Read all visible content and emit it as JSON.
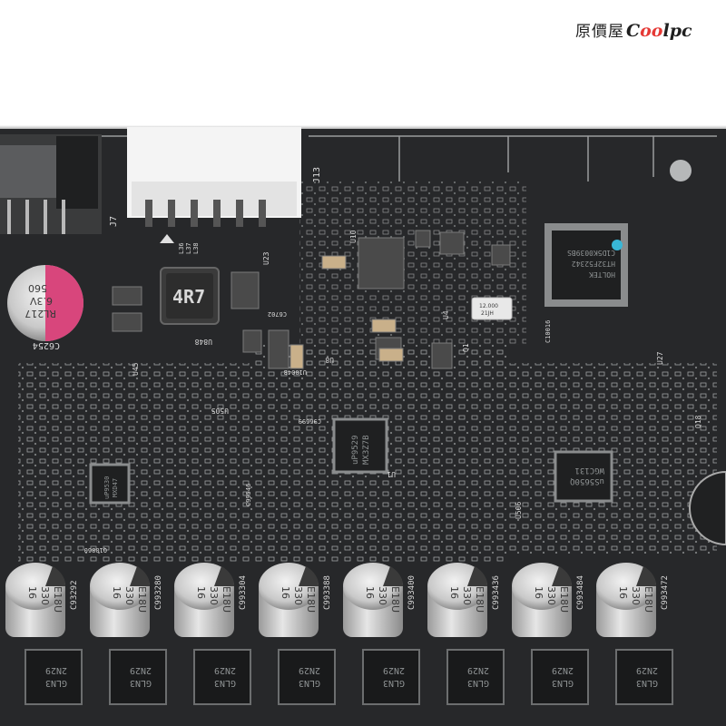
{
  "watermark": {
    "chinese": "原價屋",
    "brand_prefix": "C",
    "brand_mid": "oo",
    "brand_suffix": "lpc"
  },
  "inductor": {
    "marking": "4R7"
  },
  "top_cap": {
    "lines": [
      "560",
      "6.3V",
      "RL217"
    ],
    "ref": "C6254"
  },
  "controller_chip": {
    "lines": [
      "HOLTEK",
      "HT32F52342",
      "C1D5K0039BS"
    ]
  },
  "pwm_chip": {
    "lines": [
      "uP9529",
      "MX3Z7B"
    ]
  },
  "right_chip": {
    "lines": [
      "uS5650Q",
      "WGC131"
    ]
  },
  "left_chip": {
    "lines": [
      "uP9530",
      "MXD47"
    ]
  },
  "crystal": {
    "lines": [
      "12.000",
      "21JH"
    ]
  },
  "labels": {
    "j7": "J7",
    "j13": "J13",
    "l36": "L36",
    "l37": "L37",
    "l38": "L38",
    "u23": "U23",
    "u10": "U10",
    "u4": "U4",
    "u8": "U8",
    "u848": "U848",
    "u505": "U505",
    "u45": "U45",
    "u27": "U27",
    "u506": "U506",
    "u1": "U1",
    "q1": "Q1",
    "q18": "Q18",
    "c6702": "C6702",
    "u1004b": "U1004B",
    "c99546": "C99546",
    "c10016": "C10016",
    "c96699": "C96699",
    "q10860": "Q10860"
  },
  "caps": [
    {
      "ref": "C93292",
      "lines": [
        "16",
        "330",
        "E18U"
      ]
    },
    {
      "ref": "C993280",
      "lines": [
        "16",
        "330",
        "E18U"
      ]
    },
    {
      "ref": "C993304",
      "lines": [
        "16",
        "330",
        "E18U"
      ]
    },
    {
      "ref": "C993388",
      "lines": [
        "16",
        "330",
        "E18U"
      ]
    },
    {
      "ref": "C993400",
      "lines": [
        "16",
        "330",
        "E18U"
      ]
    },
    {
      "ref": "C993436",
      "lines": [
        "16",
        "330",
        "E18U"
      ]
    },
    {
      "ref": "C993484",
      "lines": [
        "16",
        "330",
        "E18U"
      ]
    },
    {
      "ref": "C993472",
      "lines": [
        "16",
        "330",
        "E18U"
      ]
    }
  ],
  "mosfet_marking": [
    "2N29",
    "GLN3"
  ]
}
